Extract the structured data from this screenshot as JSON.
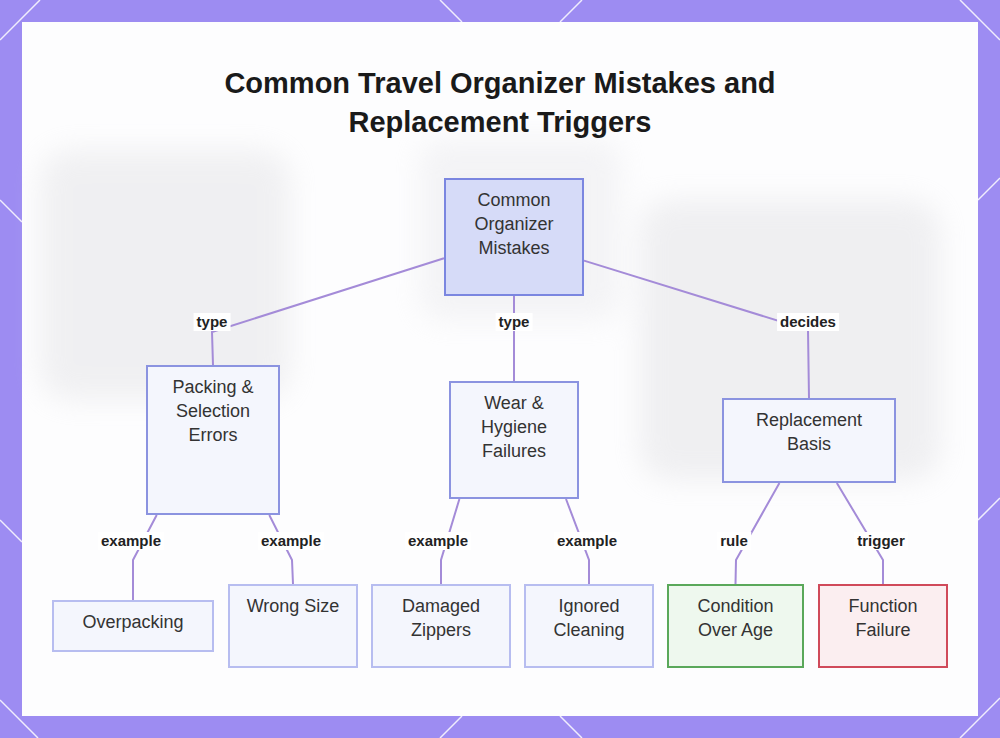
{
  "diagram": {
    "title": "Common Travel Organizer Mistakes and Replacement Triggers",
    "nodes": [
      {
        "text": [
          "Common Organizer Mistakes"
        ]
      },
      {
        "text": [
          "Packing & Selection Errors"
        ]
      },
      {
        "text": [
          "Wear & Hygiene Failures"
        ]
      },
      {
        "text": [
          "Replacement Basis"
        ]
      },
      {
        "text": [
          "Overpacking"
        ]
      },
      {
        "text": [
          "Wrong Size"
        ]
      },
      {
        "text": [
          "Damaged Zippers"
        ]
      },
      {
        "text": [
          "Ignored Cleaning"
        ]
      },
      {
        "text": [
          "Condition Over Age"
        ]
      },
      {
        "text": [
          "Function Failure"
        ]
      }
    ],
    "edges": [
      {
        "from": 0,
        "to": 1,
        "label": "type",
        "arrow": "none"
      },
      {
        "from": 0,
        "to": 2,
        "label": "type",
        "arrow": "none"
      },
      {
        "from": 0,
        "to": 3,
        "label": "decides",
        "arrow": "none"
      },
      {
        "from": 1,
        "to": 4,
        "label": "example",
        "arrow": "none"
      },
      {
        "from": 1,
        "to": 5,
        "label": "example",
        "arrow": "none"
      },
      {
        "from": 2,
        "to": 6,
        "label": "example",
        "arrow": "none"
      },
      {
        "from": 2,
        "to": 7,
        "label": "example",
        "arrow": "none"
      },
      {
        "from": 3,
        "to": 8,
        "label": "rule",
        "arrow": "none"
      },
      {
        "from": 3,
        "to": 9,
        "label": "trigger",
        "arrow": "none"
      }
    ]
  }
}
